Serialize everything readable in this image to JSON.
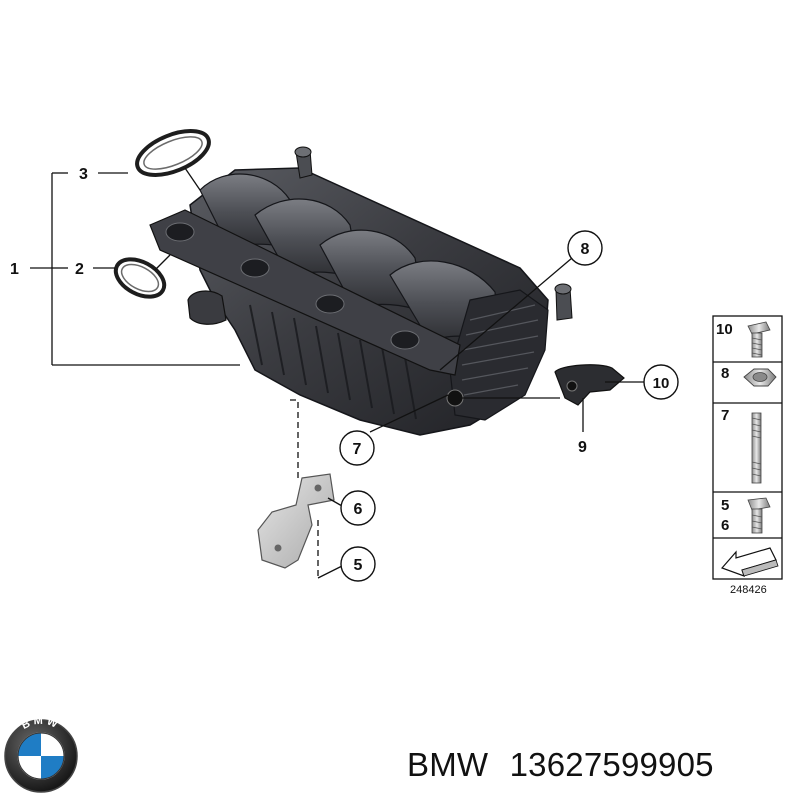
{
  "callouts": {
    "c1": "1",
    "c2": "2",
    "c3": "3",
    "c5": "5",
    "c6": "6",
    "c7": "7",
    "c8": "8",
    "c9": "9",
    "c10": "10"
  },
  "legend": {
    "row1": "10",
    "row2": "8",
    "row3": "7",
    "row4a": "5",
    "row4b": "6",
    "image_number": "248426"
  },
  "footer": {
    "brand": "BMW",
    "part_number": "13627599905"
  },
  "logo": {
    "letters": "BMW"
  },
  "colors": {
    "manifold_dark": "#2f3035",
    "manifold_mid": "#4a4c52",
    "manifold_light": "#6c6e74",
    "bracket": "#cfcfcf",
    "line": "#111111"
  }
}
